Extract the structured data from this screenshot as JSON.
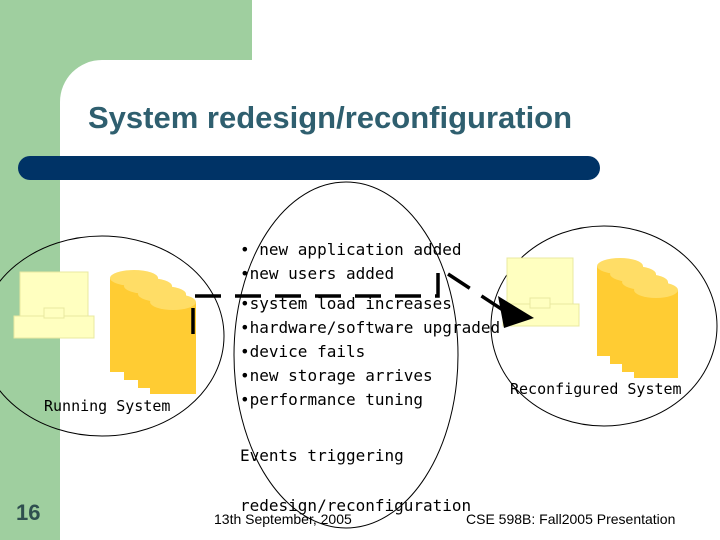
{
  "title": "System redesign/reconfiguration",
  "left_label": "Running System",
  "right_label": "Reconfigured System",
  "events_top": [
    "new application added",
    "new users added"
  ],
  "events_bottom": [
    "system load increases",
    "hardware/software upgraded",
    "device fails",
    "new storage arrives",
    "performance tuning"
  ],
  "events_caption_line1": "Events triggering",
  "events_caption_line2": "redesign/reconfiguration",
  "footer_date": "13th September, 2005",
  "footer_course": "CSE 598B: Fall2005 Presentation",
  "slide_number": "16",
  "colors": {
    "green": "#9fcf9f",
    "navy": "#003366",
    "title": "#2f5f6f",
    "computer": "#ffffc0",
    "disk": "#ffcc33"
  },
  "icons": [
    "computer-icon",
    "disk-stack-icon",
    "dashed-arrow-icon"
  ]
}
